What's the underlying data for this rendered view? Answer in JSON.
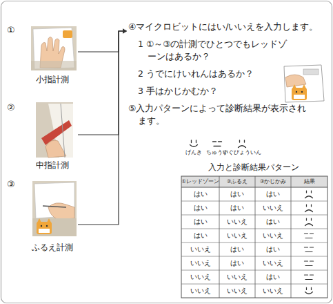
{
  "diagram": {
    "nodes": [
      {
        "text": [
          "①",
          "小指計測"
        ]
      },
      {
        "text": [
          "②",
          "中指計測"
        ]
      },
      {
        "text": [
          "③",
          "ふるえ計測"
        ]
      },
      {
        "text": [
          "④マイクロビットにはい/いいえを入力します。",
          "1 ①～③の計測でひとつでもレッドゾーンはあるか？",
          "2 うでにけいれんはあるか？",
          "3 手はかじかむか？",
          "⑤入力パターンによって診断結果が表示されます。"
        ]
      }
    ],
    "edges": [
      {
        "from": 0,
        "to": 3,
        "arrow": "to"
      },
      {
        "from": 1,
        "to": 3,
        "arrow": "to"
      },
      {
        "from": 2,
        "to": 3,
        "arrow": "to"
      }
    ],
    "labels": [
      "げんき",
      "ちゅうい",
      "すぐびょういん",
      "入力と診断結果パターン",
      "①レッドゾーン",
      "②ふるえ",
      "③かじかみ",
      "結果",
      "はい",
      "はい",
      "はい",
      "はい",
      "はい",
      "いいえ",
      "はい",
      "いいえ",
      "はい",
      "はい",
      "いいえ",
      "いいえ",
      "いいえ",
      "はい",
      "はい",
      "いいえ",
      "はい",
      "いいえ",
      "いいえ",
      "いいえ",
      "はい",
      "いいえ",
      "いいえ",
      "いいえ"
    ]
  }
}
